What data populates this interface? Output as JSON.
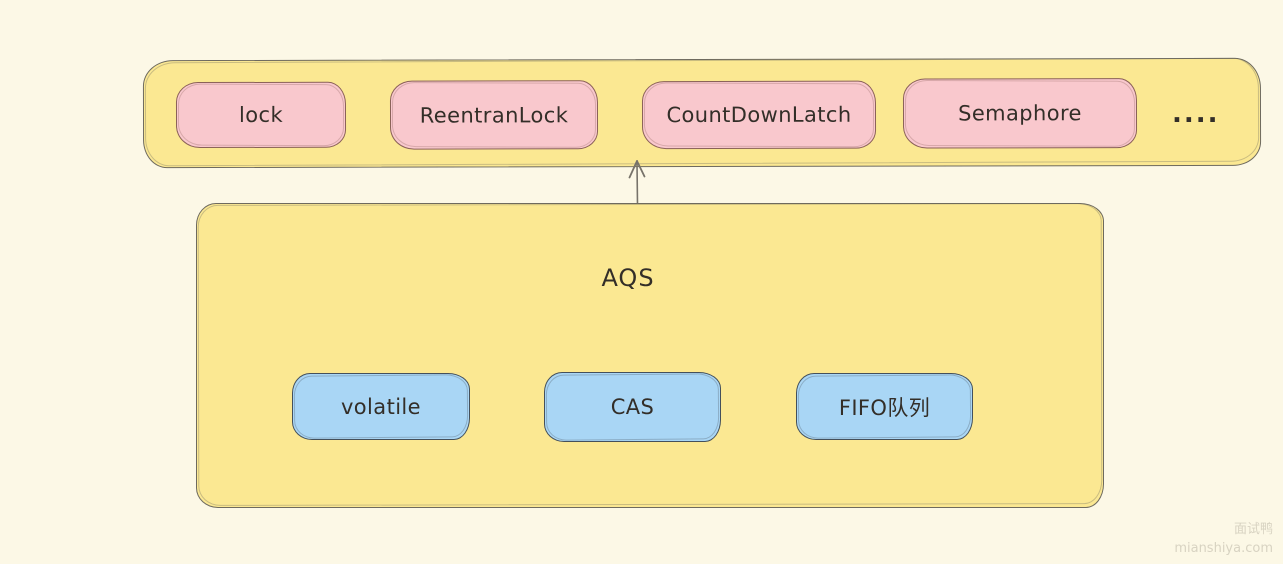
{
  "top_bar": {
    "nodes": [
      "lock",
      "ReentranLock",
      "CountDownLatch",
      "Semaphore"
    ],
    "more": "...."
  },
  "aqs": {
    "title": "AQS",
    "nodes": [
      "volatile",
      "CAS",
      "FIFO队列"
    ]
  },
  "watermark": {
    "brand": "面试鸭",
    "site": "mianshiya.com"
  },
  "colors": {
    "background": "#FCF8E6",
    "container_fill": "#FBE892",
    "container_stroke": "#6E6A5E",
    "pink_fill": "#F9C8CD",
    "pink_stroke": "#8A6158",
    "blue_fill": "#A9D6F5",
    "blue_stroke": "#44505B",
    "text": "#332E28",
    "arrow": "#77736A",
    "watermark": "#D8D3C2"
  }
}
